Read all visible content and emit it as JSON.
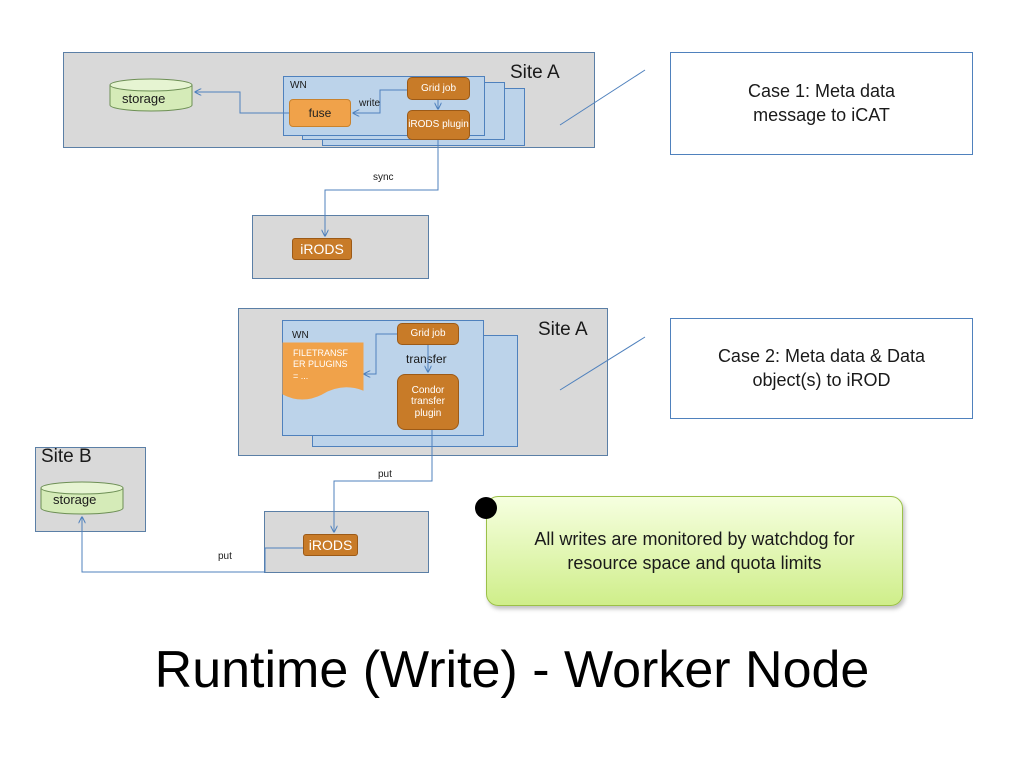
{
  "title": "Runtime (Write) - Worker Node",
  "case1": {
    "site_label": "Site A",
    "wn_label": "WN",
    "storage_label": "storage",
    "fuse_label": "fuse",
    "write_label": "write",
    "grid_job_label": "Grid job",
    "irods_plugin_label": "iRODS plugin",
    "sync_label": "sync",
    "irods_label": "iRODS",
    "callout": "Case 1: Meta data message to iCAT"
  },
  "case2": {
    "site_a_label": "Site A",
    "wn_label": "WN",
    "plugins_label": "FILETRANSF ER PLUGINS = ...",
    "grid_job_label": "Grid job",
    "transfer_label": "transfer",
    "condor_plugin_label": "Condor transfer plugin",
    "put_label_1": "put",
    "put_label_2": "put",
    "site_b_label": "Site B",
    "storage_label": "storage",
    "irods_label": "iRODS",
    "callout": "Case 2: Meta data & Data object(s) to iROD"
  },
  "note": "All writes are monitored by watchdog for resource space and quota limits",
  "colors": {
    "site_fill": "#d9d9d9",
    "wn_fill": "#bcd3ea",
    "node_orange": "#c87b28",
    "fuse_orange": "#f0a24a",
    "storage_green": "#d5ebb8",
    "note_green": "#cfee8a",
    "connector_blue": "#4f81bd"
  }
}
